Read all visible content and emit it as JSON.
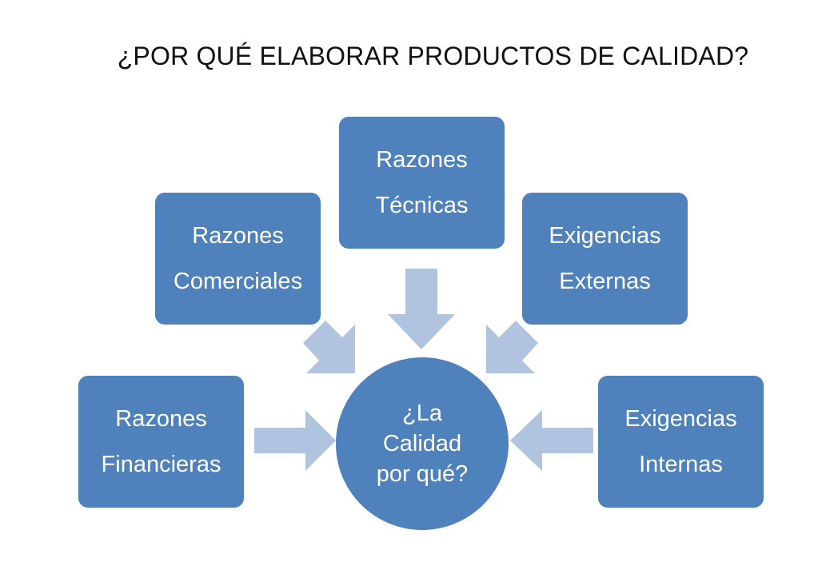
{
  "title": "¿POR QUÉ ELABORAR PRODUCTOS DE CALIDAD?",
  "center": {
    "lines": [
      "¿La",
      "Calidad",
      "por qué?"
    ]
  },
  "boxes": {
    "tecnicas": {
      "line1": "Razones",
      "line2": "Técnicas"
    },
    "comerciales": {
      "line1": "Razones",
      "line2": "Comerciales"
    },
    "externas": {
      "line1": "Exigencias",
      "line2": "Externas"
    },
    "financieras": {
      "line1": "Razones",
      "line2": "Financieras"
    },
    "internas": {
      "line1": "Exigencias",
      "line2": "Internas"
    }
  },
  "colors": {
    "box_fill": "#4f81bd",
    "arrow_fill": "#b0c4e0",
    "text": "#ffffff"
  }
}
